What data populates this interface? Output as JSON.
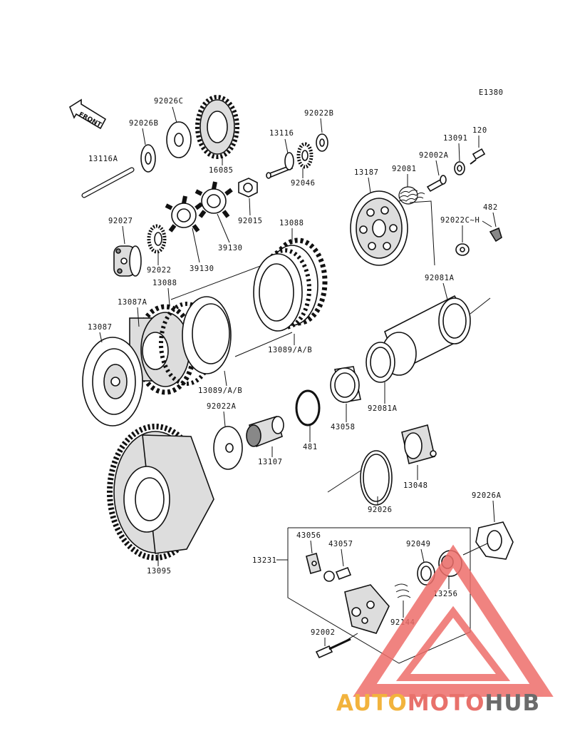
{
  "diagram": {
    "code": "E1380",
    "front_marker": "FRONT",
    "part_labels": {
      "p13116A": "13116A",
      "p92026B": "92026B",
      "p92026C": "92026C",
      "p16085": "16085",
      "p92022B": "92022B",
      "p13116": "13116",
      "p92046": "92046",
      "p13091": "13091",
      "p120": "120",
      "p92002A": "92002A",
      "p92081": "92081",
      "p13187": "13187",
      "p482": "482",
      "p92022C": "92022C~H",
      "p92081A": "92081A",
      "p92081A_b": "92081A",
      "p92027": "92027",
      "p92022": "92022",
      "p39130_a": "39130",
      "p39130_b": "39130",
      "p92015": "92015",
      "p13088_a": "13088",
      "p13088_b": "13088",
      "p13087A": "13087A",
      "p13087": "13087",
      "p13089_a": "13089/A/B",
      "p13089_b": "13089/A/B",
      "p92022A": "92022A",
      "p13107": "13107",
      "p481": "481",
      "p43058": "43058",
      "p13048": "13048",
      "p92026": "92026",
      "p92026A": "92026A",
      "p13095": "13095",
      "p13231": "13231",
      "p43056": "43056",
      "p43057": "43057",
      "p92049": "92049",
      "p13256": "13256",
      "p92144": "92144",
      "p92002": "92002"
    }
  },
  "watermark": {
    "auto": "AUTO",
    "moto": "MOTO",
    "hub": "HUB",
    "colors": {
      "auto": "#f2b33d",
      "moto": "#e8716b",
      "hub": "#6b6b6b",
      "triangle": "#ee6e6a"
    }
  }
}
